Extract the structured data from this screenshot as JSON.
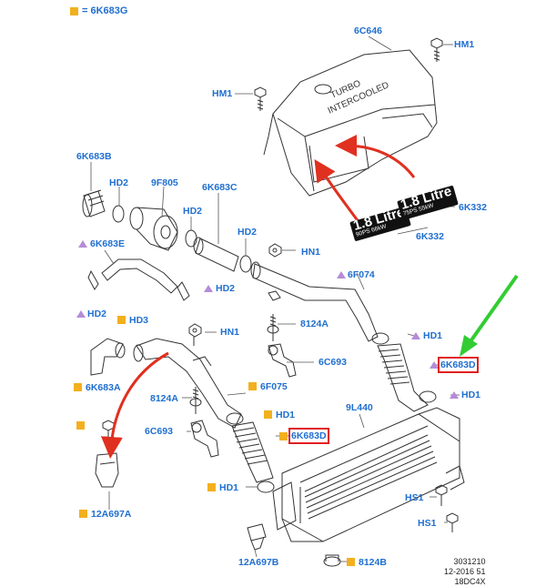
{
  "legend": {
    "symbol": "orange-square",
    "text": "= 6K683G"
  },
  "colors": {
    "label": "#1f6fd0",
    "orange_marker": "#f2b01e",
    "triangle_marker": "#b58bd8",
    "callout_box": "#e02020",
    "arrow_red": "#e03020",
    "arrow_green": "#33cc33"
  },
  "labels": {
    "c6c646": "6C646",
    "hm1_top": "HM1",
    "hm1_left": "HM1",
    "c6k683b": "6K683B",
    "hd2_a": "HD2",
    "c9f805": "9F805",
    "c6k683c": "6K683C",
    "hd2_b": "HD2",
    "hd2_c": "HD2",
    "c6k683e": "6K683E",
    "hd2_d": "HD2",
    "hd2_e": "HD2",
    "hn1_a": "HN1",
    "c6f074": "6F074",
    "c6k332_a": "6K332",
    "c6k332_b": "6K332",
    "hd3": "HD3",
    "hn1_b": "HN1",
    "c8124a_a": "8124A",
    "c6c693_a": "6C693",
    "hd1_a": "HD1",
    "c6k683d_a": "6K683D",
    "hd1_b": "HD1",
    "c6k683a": "6K683A",
    "c6f075": "6F075",
    "c8124a_b": "8124A",
    "hd1_c": "HD1",
    "c9l440": "9L440",
    "c6c693_b": "6C693",
    "c6k683d_b": "6K683D",
    "hd1_d": "HD1",
    "hs1_a": "HS1",
    "hs1_b": "HS1",
    "c12a697a": "12A697A",
    "c12a697b": "12A697B",
    "c8124b": "8124B"
  },
  "cover_text": {
    "line1": "TURBO",
    "line2": "INTERCOOLED"
  },
  "badge_left": {
    "big": "1.8 Litre",
    "small": "90PS 66kW"
  },
  "badge_right": {
    "big": "1.8 Litre",
    "small": "75PS 55kW"
  },
  "stamp": {
    "line1": "3031210",
    "line2": "12-2016 51",
    "line3": "18DC4X"
  }
}
